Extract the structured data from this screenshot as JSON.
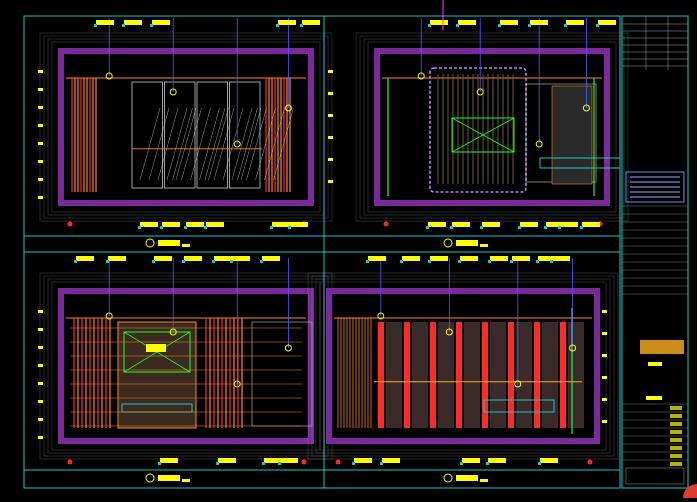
{
  "drawing": {
    "type": "CAD interior elevation sheet",
    "background": "#000000",
    "colors": {
      "frame": "#19c8c8",
      "wall": "#7a2a9a",
      "dimension": "#ffff00",
      "leader": "#4a5cff",
      "panel": "#ff8a1a",
      "detail": "#ff2a2a",
      "fill": "#ffb020",
      "accent": "#20ff20",
      "outline": "#c8c8c8"
    },
    "views": [
      {
        "id": "elevation-a",
        "layout": "sliding-glass-panels"
      },
      {
        "id": "elevation-b",
        "layout": "framed-picture-and-counter"
      },
      {
        "id": "elevation-c",
        "layout": "tv-wall-with-slats"
      },
      {
        "id": "elevation-d",
        "layout": "red-strip-wall"
      }
    ],
    "title_block": {
      "has_notes_box": true,
      "has_revision_table": true
    }
  }
}
